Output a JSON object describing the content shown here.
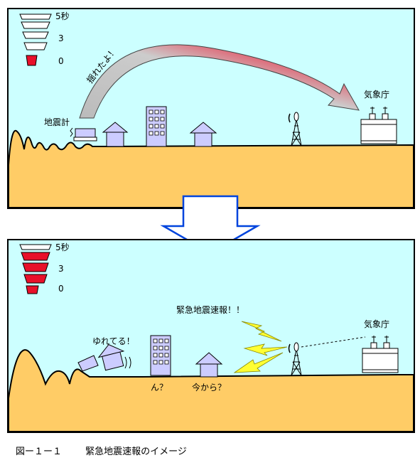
{
  "panel1": {
    "timer": {
      "top_label": "5秒",
      "mid_label": "3",
      "bottom_label": "0"
    },
    "seismometer_label": "地震計",
    "arc_label": "揺れたよ！",
    "agency_label": "気象庁"
  },
  "panel2": {
    "timer": {
      "top_label": "5秒",
      "mid_label": "3",
      "bottom_label": "0"
    },
    "shaking_label": "ゆれてる！",
    "alert_label": "緊急地震速報！！",
    "agency_label": "気象庁",
    "person1_label": "ん？",
    "person2_label": "今から？"
  },
  "caption": {
    "figure_number": "図ー１ー１",
    "title": "緊急地震速報のイメージ"
  },
  "colors": {
    "sky": "#ccffff",
    "ground": "#ffcc66",
    "building": "#ccccff",
    "alert_red": "#e8102a",
    "arrow_blue": "#0044dd",
    "bolt": "#ffff33"
  }
}
